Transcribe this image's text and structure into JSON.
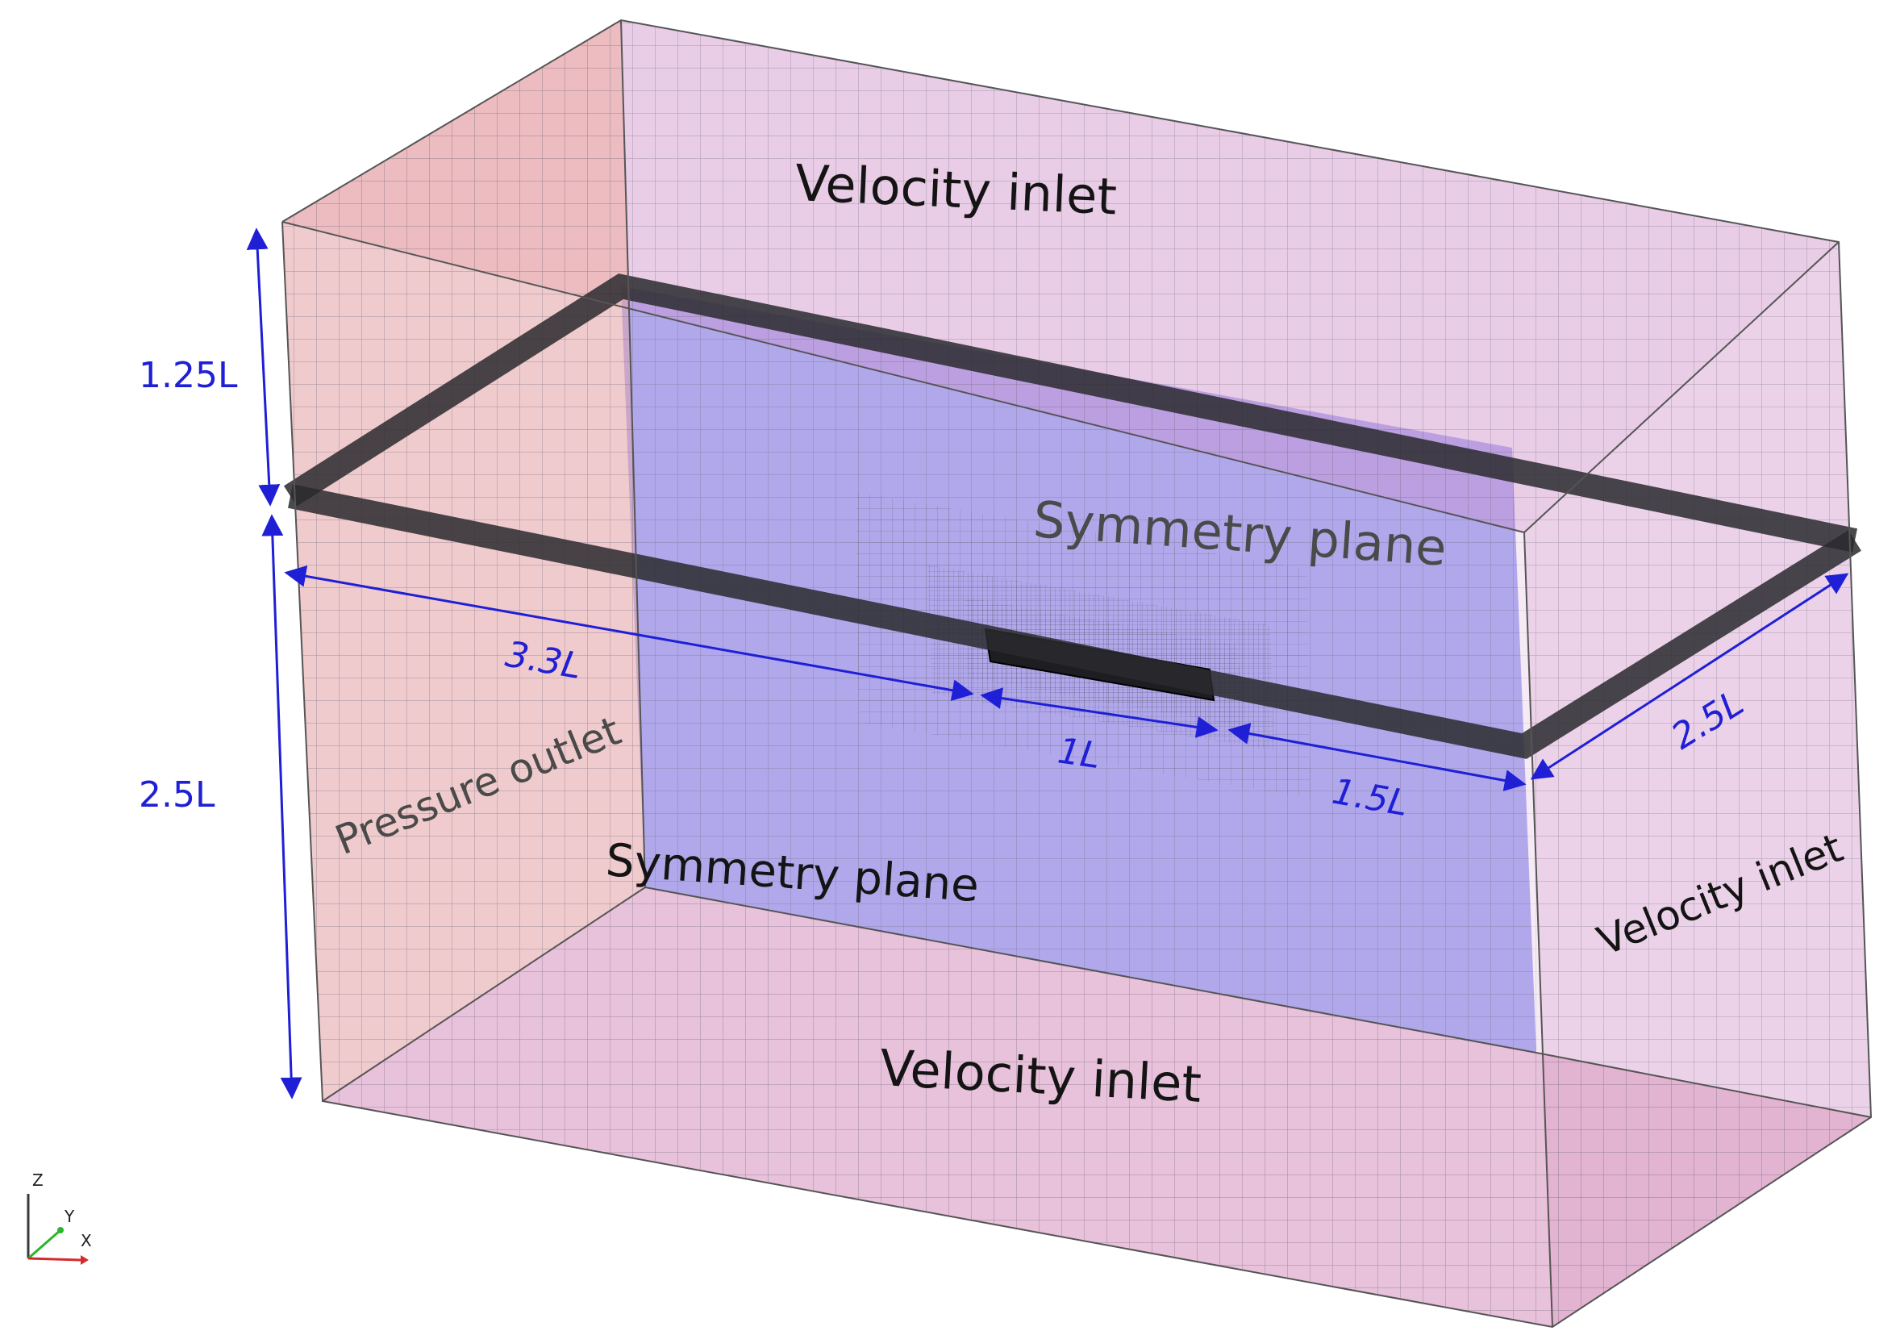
{
  "boundaries": {
    "top_face": "Velocity inlet",
    "symmetry_mid": "Symmetry plane",
    "symmetry_back": "Symmetry plane",
    "outlet_face": "Pressure outlet",
    "inlet_side": "Velocity inlet",
    "bottom_face": "Velocity inlet"
  },
  "dimensions": {
    "height_above": "1.25L",
    "height_below": "2.5L",
    "upstream_length": "3.3L",
    "body_length": "1L",
    "downstream_length": "1.5L",
    "half_width": "2.5L"
  },
  "axes": {
    "z": "Z",
    "y": "Y",
    "x": "X"
  },
  "colors": {
    "inlet_face": "#cf8fc7",
    "outlet_face": "#f0a894",
    "symmetry_face": "#8f93f0",
    "mesh_line": "#6e6e7e",
    "refined_band": "#2a2a2e",
    "dimension_line": "#1f1fd6",
    "axis_z": "#3a3a3a",
    "axis_y": "#2bb52b",
    "axis_x": "#d42a2a"
  }
}
